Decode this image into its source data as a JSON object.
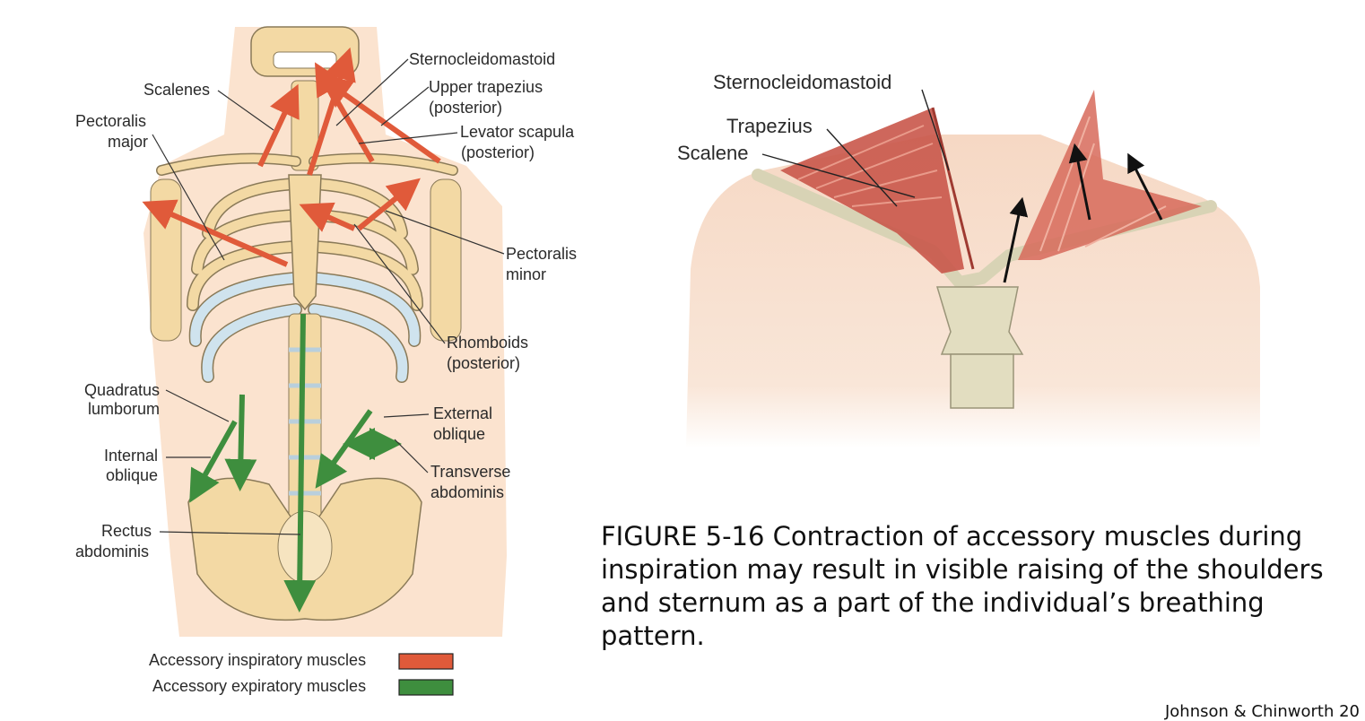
{
  "left_figure": {
    "labels": {
      "sternocleidomastoid": "Sternocleidomastoid",
      "scalenes": "Scalenes",
      "upper_trapezius_1": "Upper trapezius",
      "upper_trapezius_2": "(posterior)",
      "pectoralis_major_1": "Pectoralis",
      "pectoralis_major_2": "major",
      "levator_scapula_1": "Levator scapula",
      "levator_scapula_2": "(posterior)",
      "pectoralis_minor_1": "Pectoralis",
      "pectoralis_minor_2": "minor",
      "rhomboids_1": "Rhomboids",
      "rhomboids_2": "(posterior)",
      "quadratus_lumborum_1": "Quadratus",
      "quadratus_lumborum_2": "lumborum",
      "external_oblique_1": "External",
      "external_oblique_2": "oblique",
      "internal_oblique_1": "Internal",
      "internal_oblique_2": "oblique",
      "transverse_abdominis_1": "Transverse",
      "transverse_abdominis_2": "abdominis",
      "rectus_abdominis_1": "Rectus",
      "rectus_abdominis_2": "abdominis"
    },
    "legend": {
      "inspiratory": "Accessory inspiratory muscles",
      "expiratory": "Accessory expiratory muscles",
      "inspiratory_color": "#e05a3a",
      "expiratory_color": "#3e8e3e"
    }
  },
  "right_figure": {
    "labels": {
      "sternocleidomastoid": "Sternocleidomastoid",
      "trapezius": "Trapezius",
      "scalene": "Scalene"
    }
  },
  "caption": "FIGURE 5-16 Contraction of accessory muscles during inspiration may result in visible raising of the shoulders and sternum as a part of the individual’s breathing pattern.",
  "credit": "Johnson & Chinworth 20"
}
